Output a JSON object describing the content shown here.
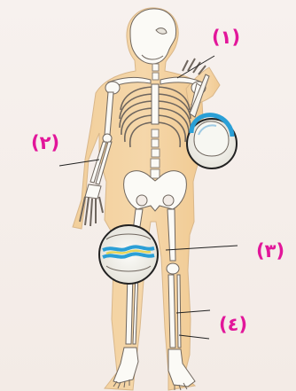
{
  "labels": [
    "(١)",
    "(٢)",
    "(٣)",
    "(٤)"
  ]
}
